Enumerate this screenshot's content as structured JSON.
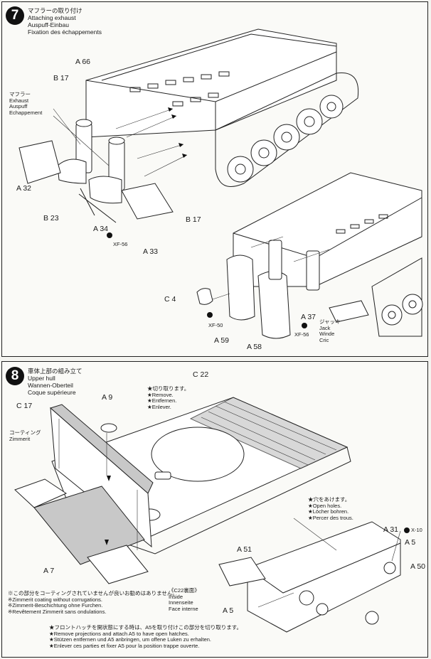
{
  "step7": {
    "number": "7",
    "title_jp": "マフラーの取り付け",
    "title_en": "Attaching exhaust",
    "title_de": "Auspuff-Einbau",
    "title_fr": "Fixation des échappements",
    "muffler_label": [
      "マフラー",
      "Exhaust",
      "Auspuff",
      "Echappement"
    ],
    "jack_label": [
      "ジャッキ",
      "Jack",
      "Winde",
      "Cric"
    ],
    "parts": {
      "a66": "A 66",
      "b17a": "B 17",
      "a32": "A 32",
      "b23": "B 23",
      "a34": "A 34",
      "a33": "A 33",
      "b17b": "B 17",
      "c4": "C 4",
      "a59": "A 59",
      "a58": "A 58",
      "a37": "A 37"
    },
    "paints": {
      "xf56a": "XF-56",
      "xf50": "XF-50",
      "xf56b": "XF-56"
    }
  },
  "step8": {
    "number": "8",
    "title_jp": "車体上部の組み立て",
    "title_en": "Upper hull",
    "title_de": "Wannen-Oberteil",
    "title_fr": "Coque supérieure",
    "remove_note": [
      "★切り取ります。",
      "★Remove.",
      "★Entfernen.",
      "★Enlever."
    ],
    "coating_label": [
      "コーティング",
      "Zimmerit"
    ],
    "holes_note": [
      "★穴をあけます。",
      "★Open holes.",
      "★Löcher bohren.",
      "★Percer des trous."
    ],
    "inside_note": [
      "《C22裏面》",
      "Inside",
      "Innenseite",
      "Face interne"
    ],
    "zimmerit_note": [
      "※この部分をコーティングされていませんが良いお勧めはありません。",
      "※Zimmerit coating without corrugations.",
      "※Zimmerit-Beschichtung ohne Furchen.",
      "※Revêtement Zimmerit sans ondulations."
    ],
    "hatch_note": [
      "★フロントハッチを開状態にする時は、A5を取り付けこの部分を切り取ります。",
      "★Remove projections and attach A5 to have open hatches.",
      "★Stützen entfernen und A5 anbringen, um offene Luken zu erhalten.",
      "★Enlever ces parties et fixer A5 pour la position trappe ouverte."
    ],
    "parts": {
      "c22": "C 22",
      "a9": "A 9",
      "c17": "C 17",
      "a7": "A 7",
      "a51": "A 51",
      "a31": "A 31",
      "x10": "X-10",
      "a5a": "A 5",
      "a50": "A 50",
      "a5b": "A 5"
    }
  },
  "colors": {
    "ink": "#1a1a1a",
    "paper": "#fafaf7",
    "step_badge": "#111111",
    "zimmerit_gray": "#c8c8c8"
  }
}
